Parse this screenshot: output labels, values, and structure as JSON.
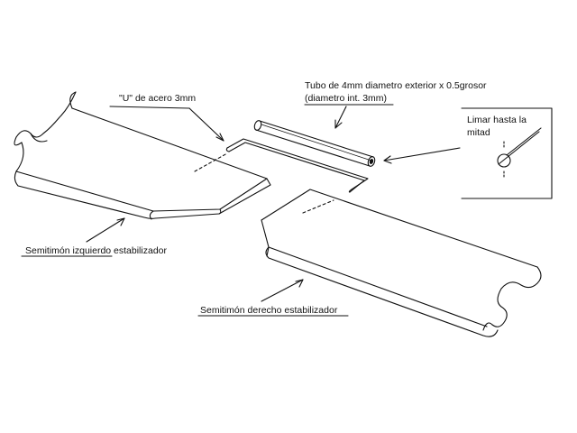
{
  "labels": {
    "u_steel": "\"U\" de acero 3mm",
    "tube_line1": "Tubo de 4mm diametro exterior x 0.5grosor",
    "tube_line2": "(diametro int. 3mm)",
    "file_line1": "Limar hasta la",
    "file_line2": "mitad",
    "left_half": "Semitimón izquierdo estabilizador",
    "right_half": "Semitimón derecho estabilizador"
  },
  "colors": {
    "ink": "#111111",
    "background": "#ffffff"
  }
}
